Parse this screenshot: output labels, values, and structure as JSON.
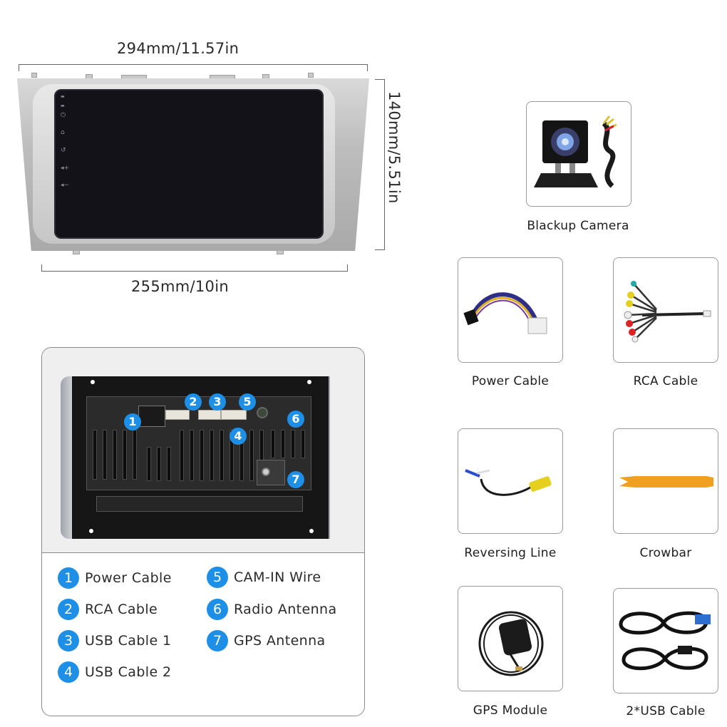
{
  "dimensions": {
    "top_width": "294mm/11.57in",
    "height": "140mm/5.51in",
    "bottom_width": "255mm/10in"
  },
  "head_unit": {
    "screen_side_icons": [
      "mic-icon",
      "reset-icon",
      "power-icon",
      "home-icon",
      "back-icon",
      "volume-up-icon",
      "volume-down-icon"
    ]
  },
  "rear_panel": {
    "callouts": [
      "1",
      "2",
      "3",
      "4",
      "5",
      "6",
      "7"
    ],
    "accent_color": "#1e8fe6"
  },
  "legend": {
    "left": [
      {
        "num": "1",
        "label": "Power Cable"
      },
      {
        "num": "2",
        "label": "RCA Cable"
      },
      {
        "num": "3",
        "label": "USB Cable 1"
      },
      {
        "num": "4",
        "label": "USB Cable 2"
      }
    ],
    "right": [
      {
        "num": "5",
        "label": "CAM-IN Wire"
      },
      {
        "num": "6",
        "label": "Radio Antenna"
      },
      {
        "num": "7",
        "label": "GPS Antenna"
      }
    ]
  },
  "accessories": [
    {
      "label": "Blackup Camera",
      "icon": "backup-camera-icon"
    },
    {
      "label": "Power Cable",
      "icon": "power-cable-icon"
    },
    {
      "label": "RCA Cable",
      "icon": "rca-cable-icon"
    },
    {
      "label": "Reversing Line",
      "icon": "reversing-line-icon"
    },
    {
      "label": "Crowbar",
      "icon": "crowbar-icon"
    },
    {
      "label": "GPS Module",
      "icon": "gps-module-icon"
    },
    {
      "label": "2*USB Cable",
      "icon": "usb-cable-icon"
    }
  ]
}
